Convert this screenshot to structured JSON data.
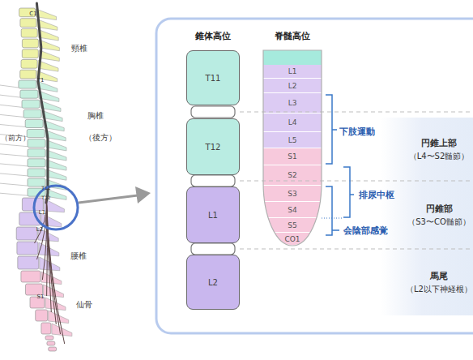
{
  "diagram": {
    "nodes": [
      {
        "text": [
          "T11"
        ]
      },
      {
        "text": [
          "T12"
        ]
      },
      {
        "text": [
          "L1"
        ]
      },
      {
        "text": [
          "L2"
        ]
      },
      {
        "text": [
          "L1"
        ]
      },
      {
        "text": [
          "L2"
        ]
      },
      {
        "text": [
          "L3"
        ]
      },
      {
        "text": [
          "L4"
        ]
      },
      {
        "text": [
          "L5"
        ]
      },
      {
        "text": [
          "S1"
        ]
      },
      {
        "text": [
          "S2"
        ]
      },
      {
        "text": [
          "S3"
        ]
      },
      {
        "text": [
          "S4"
        ]
      },
      {
        "text": [
          "S5"
        ]
      },
      {
        "text": [
          "CO1"
        ]
      },
      {
        "text": [
          "円錐上部",
          "（L4〜S2髄節）"
        ]
      },
      {
        "text": [
          "円錐部",
          "（S3〜CO髄節）"
        ]
      },
      {
        "text": [
          "馬尾",
          "（L2以下神経根）"
        ]
      }
    ],
    "labels": [
      "C1",
      "頸椎",
      "胸椎",
      "（前方）",
      "（後方）",
      "T1",
      "T11",
      "T12",
      "L1",
      "L2",
      "腰椎",
      "S1",
      "仙骨",
      "錐体高位",
      "脊髄高位",
      "下肢運動",
      "排尿中枢",
      "会陰部感覚"
    ]
  }
}
